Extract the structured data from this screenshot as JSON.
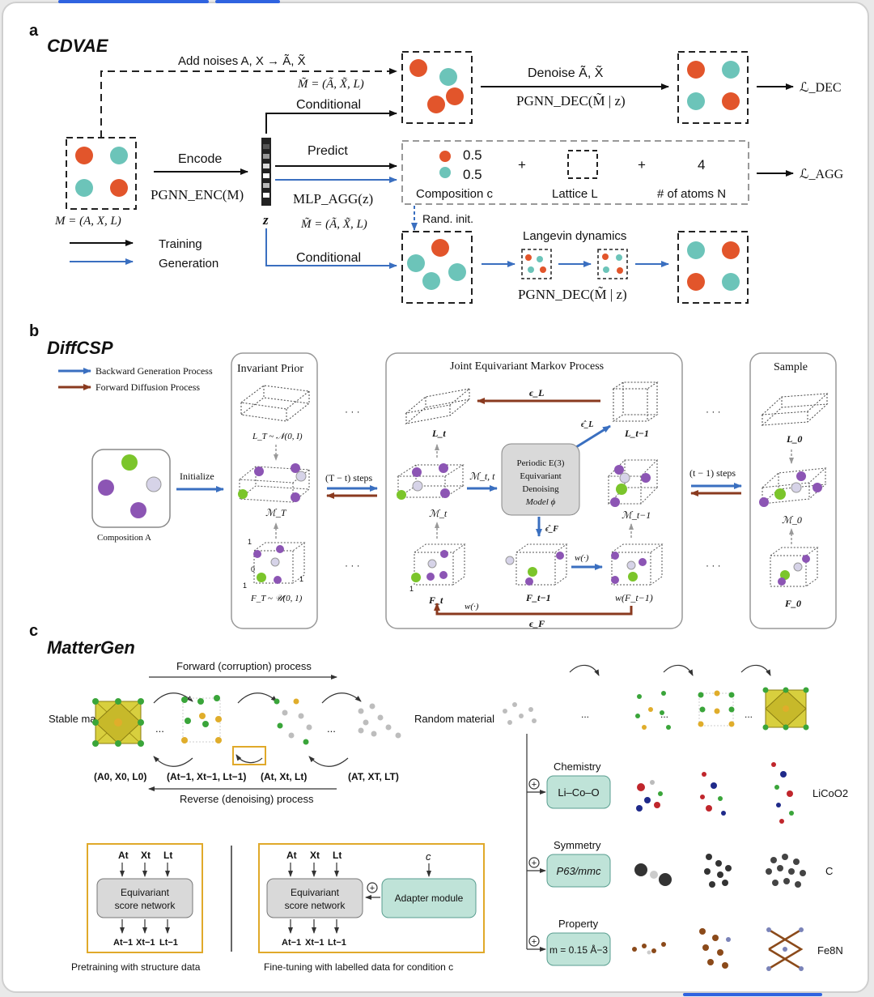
{
  "panel_a": {
    "letter": "a",
    "title": "CDVAE",
    "add_noises": "Add noises A, X → Ã, X̃",
    "noisy_m1": "M̃ = (Ã, X̃, L)",
    "denoise": "Denoise Ã, X̃",
    "pgnn_dec_1": "PGNN_DEC(M̃ | z)",
    "loss_dec": "ℒ_DEC",
    "conditional_1": "Conditional",
    "encode": "Encode",
    "pgnn_enc": "PGNN_ENC(M)",
    "predict": "Predict",
    "mlp_agg": "MLP_AGG(z)",
    "m_def": "M = (A, X, L)",
    "z_label": "z",
    "comp_val_1": "0.5",
    "comp_val_2": "0.5",
    "plus_1": "+",
    "plus_2": "+",
    "atoms_n": "4",
    "composition": "Composition c",
    "lattice": "Lattice L",
    "atoms": "# of atoms N",
    "loss_agg": "ℒ_AGG",
    "noisy_m2": "M̃ = (Ã, X̃, L)",
    "rand_init": "Rand. init.",
    "legend_training": "Training",
    "legend_generation": "Generation",
    "conditional_2": "Conditional",
    "langevin": "Langevin dynamics",
    "pgnn_dec_2": "PGNN_DEC(M̃ | z)"
  },
  "panel_b": {
    "letter": "b",
    "title": "DiffCSP",
    "legend_backward": "Backward Generation Process",
    "legend_forward": "Forward Diffusion Process",
    "composition": "Composition A",
    "initialize": "Initialize",
    "invariant_prior": "Invariant Prior",
    "lt_prior": "L_T ~ 𝒩(0, I)",
    "mt": "ℳ_T",
    "ft_prior": "F_T ~ 𝒰(0, 1)",
    "steps_1": "(T − t) steps",
    "steps_2": "(t − 1) steps",
    "ellipsis": "· · ·",
    "markov": "Joint Equivariant Markov Process",
    "eps_l": "ϵ_L",
    "lt": "L_t",
    "lt1": "L_t−1",
    "eps_l_hat": "ϵ̂_L",
    "mt_small": "ℳ_t",
    "mt_input": "ℳ_t, t",
    "model": [
      "Periodic E(3)",
      "Equivariant",
      "Denoising",
      "Model ϕ"
    ],
    "mt1": "ℳ_t−1",
    "eps_f_hat": "ϵ̂_F",
    "ft": "F_t",
    "ft1": "F_t−1",
    "w_dot": "w(·)",
    "w_ft1": "w(F_t−1)",
    "eps_f": "ϵ_F",
    "sample": "Sample",
    "l0": "L_0",
    "m0": "ℳ_0",
    "f0": "F_0",
    "one": "1",
    "zero": "0"
  },
  "panel_c": {
    "letter": "c",
    "title": "MatterGen",
    "forward": "Forward (corruption) process",
    "stable": "Stable material",
    "random": "Random material",
    "dots": "...",
    "t0": "(A0, X0, L0)",
    "tt1": "(At−1, Xt−1, Lt−1)",
    "tt": "(At, Xt, Lt)",
    "tT": "(AT, XT, LT)",
    "reverse": "Reverse (denoising) process",
    "in_a": "At",
    "in_x": "Xt",
    "in_l": "Lt",
    "out_a": "At−1",
    "out_x": "Xt−1",
    "out_l": "Lt−1",
    "score_net": [
      "Equivariant",
      "score network"
    ],
    "c_input": "c",
    "adapter": "Adapter module",
    "pretraining": "Pretraining with structure data",
    "finetuning": "Fine-tuning with labelled data for condition c",
    "chemistry": "Chemistry",
    "chem_val": "Li–Co–O",
    "chem_result": "LiCoO2",
    "symmetry": "Symmetry",
    "sym_val": "P63/mmc",
    "sym_result": "C",
    "property": "Property",
    "prop_val": "m = 0.15 Å−3",
    "prop_result": "Fe8N",
    "plus": "+"
  },
  "colors": {
    "orange": "#e2552b",
    "teal": "#6cc4b9",
    "blue_arrow": "#3a6fc0",
    "brown_arrow": "#8a3a1f",
    "green": "#7bc52b",
    "purple": "#8c55b4",
    "lavender": "#d6d3e8",
    "gold": "#e0ad2b",
    "mint": "#bfe3d8",
    "grey_box": "#d9d9d9"
  },
  "progress": [
    0.24,
    0.08,
    0.16
  ]
}
